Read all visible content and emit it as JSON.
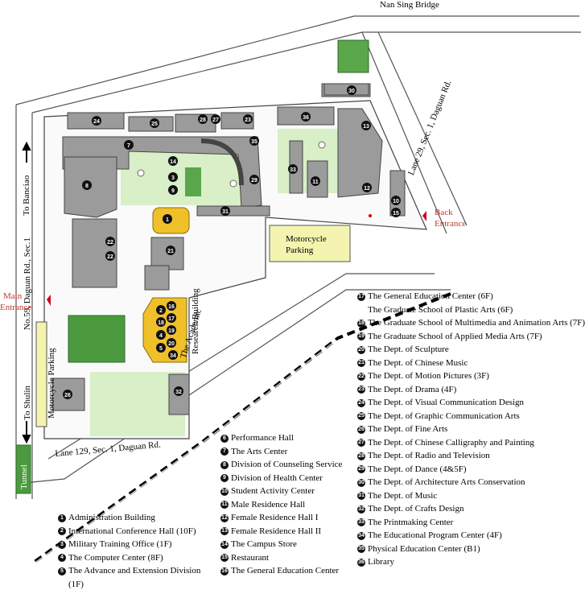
{
  "map_labels": {
    "nan_sing_bridge": "Nan Sing Bridge",
    "lane29": "Lane 29, Sec. 1, Daguan Rd.",
    "back_entrance_line1": "Back",
    "back_entrance_line2": "Entrance",
    "to_banciao": "To Banciao",
    "no59": "No.59, Daguan Rd., Sec.1",
    "main_entrance_line1": "Main",
    "main_entrance_line2": "Entrance",
    "moto_parking_left": "Motorcycle Parking",
    "to_shulin": "To Shulin",
    "tunnel": "Tunnel",
    "lane129": "Lane 129, Sec. 1, Daguan Rd.",
    "moto_parking_right_line1": "Motorcycle",
    "moto_parking_right_line2": "Parking",
    "academic_line1": "The Academic",
    "academic_line2": "Research Building"
  },
  "building_numbers": [
    "1",
    "3",
    "7",
    "8",
    "9",
    "11",
    "12",
    "13",
    "14",
    "15",
    "16",
    "17",
    "18",
    "19",
    "20",
    "21",
    "22",
    "23",
    "24",
    "25",
    "26",
    "27",
    "28",
    "29",
    "30",
    "31",
    "32",
    "33",
    "34",
    "35",
    "36"
  ],
  "legend_left": [
    {
      "num": "1",
      "label": "Administration Building"
    },
    {
      "num": "2",
      "label": "International Conference Hall (10F)"
    },
    {
      "num": "3",
      "label": "Military Training Office (1F)"
    },
    {
      "num": "4",
      "label": "The Computer Center (8F)"
    },
    {
      "num": "5",
      "label": "The Advance and Extension Division"
    },
    {
      "num": "",
      "label": "(1F)"
    }
  ],
  "legend_mid": [
    {
      "num": "6",
      "label": "Performance Hall"
    },
    {
      "num": "7",
      "label": "The Arts Center"
    },
    {
      "num": "8",
      "label": "Division of Counseling Service"
    },
    {
      "num": "9",
      "label": "Division of Health Center"
    },
    {
      "num": "10",
      "label": "Student Activity Center"
    },
    {
      "num": "11",
      "label": "Male Residence Hall"
    },
    {
      "num": "12",
      "label": "Female Residence Hall I"
    },
    {
      "num": "13",
      "label": "Female Residence Hall II"
    },
    {
      "num": "14",
      "label": "The Campus Store"
    },
    {
      "num": "15",
      "label": "Restaurant"
    },
    {
      "num": "16",
      "label": "The General Education Center"
    }
  ],
  "legend_right": [
    {
      "num": "17",
      "label": "The General Education Center (6F)"
    },
    {
      "num": "",
      "label": "The Graduate School of Plastic Arts (6F)"
    },
    {
      "num": "18",
      "label": "The Graduate School of Multimedia and Animation Arts (7F)"
    },
    {
      "num": "19",
      "label": "The Graduate School of Applied Media Arts (7F)"
    },
    {
      "num": "20",
      "label": "The Dept. of Sculpture"
    },
    {
      "num": "21",
      "label": "The Dept. of Chinese Music"
    },
    {
      "num": "22",
      "label": "The Dept. of Motion Pictures (3F)"
    },
    {
      "num": "23",
      "label": "The Dept. of Drama (4F)"
    },
    {
      "num": "24",
      "label": "The Dept. of Visual Communication Design"
    },
    {
      "num": "25",
      "label": "The Dept. of Graphic Communication Arts"
    },
    {
      "num": "26",
      "label": "The Dept. of Fine Arts"
    },
    {
      "num": "27",
      "label": "The Dept. of Chinese Calligraphy and Painting"
    },
    {
      "num": "28",
      "label": "The Dept. of Radio and Television"
    },
    {
      "num": "29",
      "label": "The Dept. of Dance (4&5F)"
    },
    {
      "num": "30",
      "label": "The Dept. of Architecture Arts Conservation"
    },
    {
      "num": "31",
      "label": "The Dept. of Music"
    },
    {
      "num": "32",
      "label": "The Dept. of Crafts Design"
    },
    {
      "num": "33",
      "label": "The Printmaking Center"
    },
    {
      "num": "34",
      "label": "The Educational Program Center (4F)"
    },
    {
      "num": "35",
      "label": "Physical Education Center (B1)"
    },
    {
      "num": "36",
      "label": "Library"
    }
  ]
}
